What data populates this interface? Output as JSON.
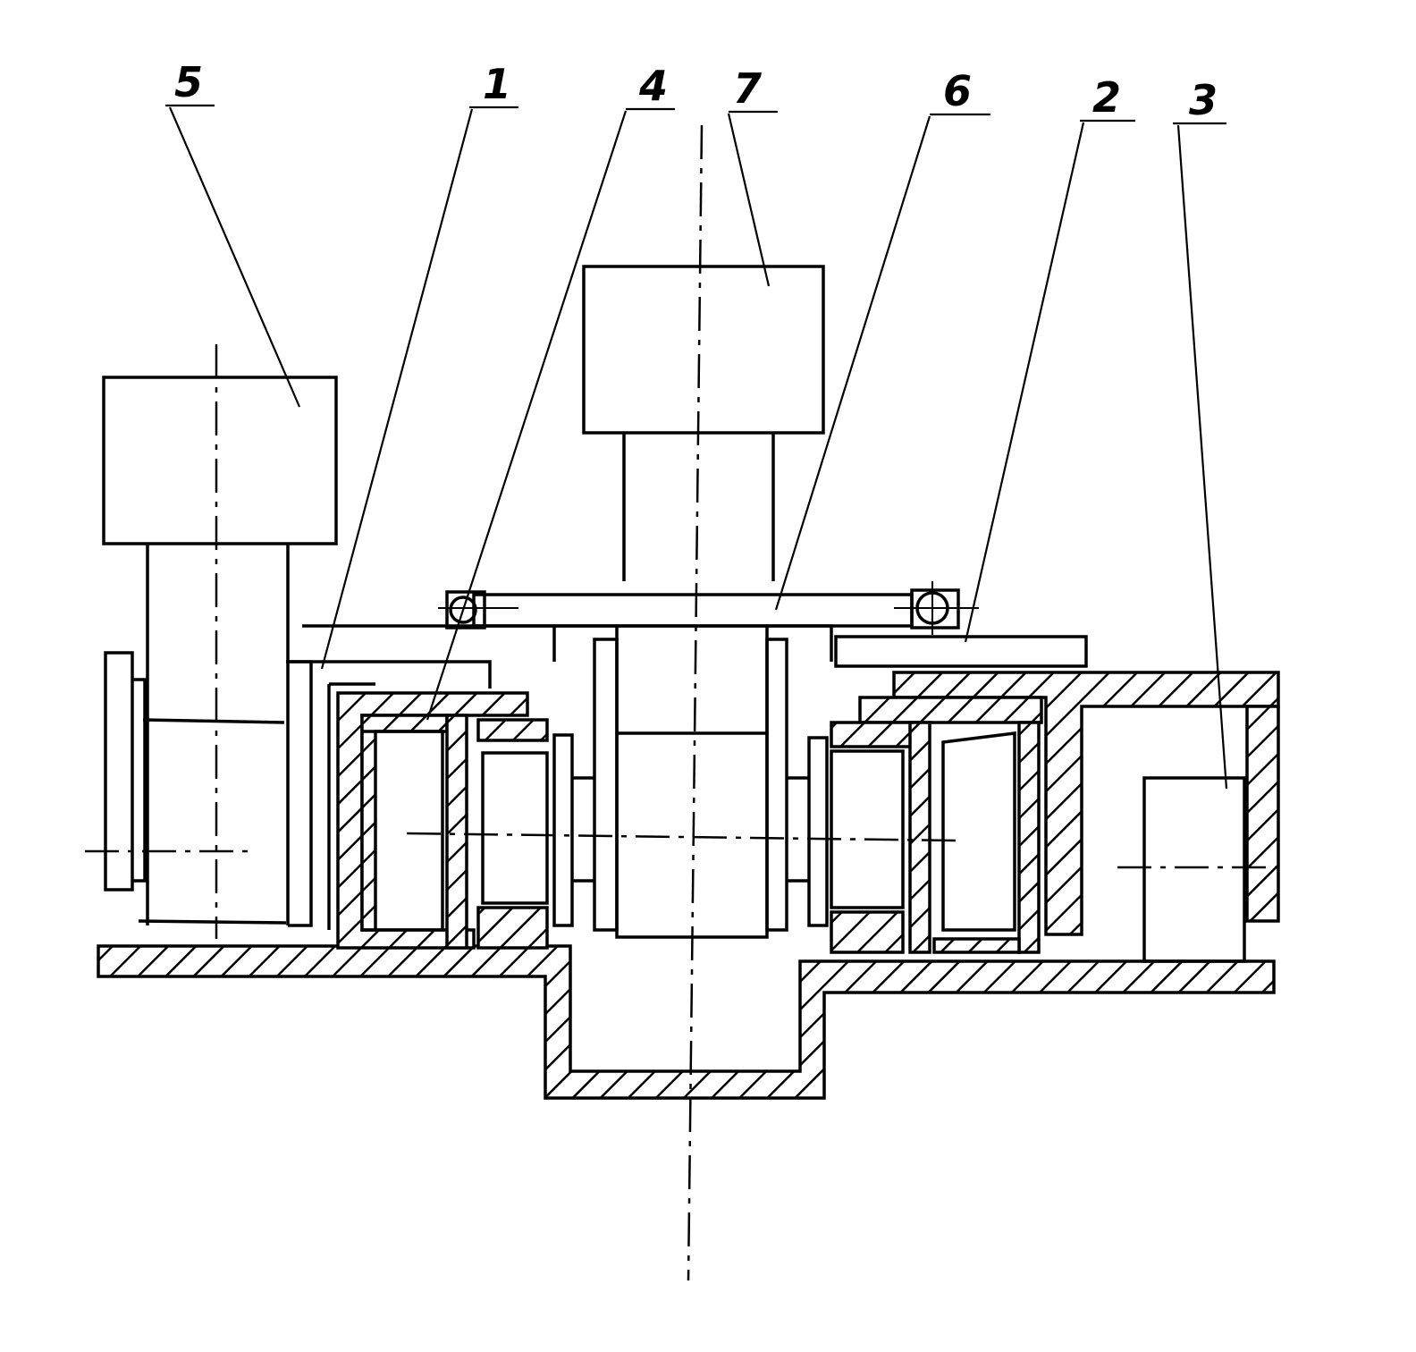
{
  "callouts": [
    {
      "id": "5",
      "text": "5"
    },
    {
      "id": "1",
      "text": "1"
    },
    {
      "id": "4",
      "text": "4"
    },
    {
      "id": "7",
      "text": "7"
    },
    {
      "id": "6",
      "text": "6"
    },
    {
      "id": "2",
      "text": "2"
    },
    {
      "id": "3",
      "text": "3"
    }
  ],
  "colors": {
    "line": "#000000",
    "background": "#ffffff"
  }
}
